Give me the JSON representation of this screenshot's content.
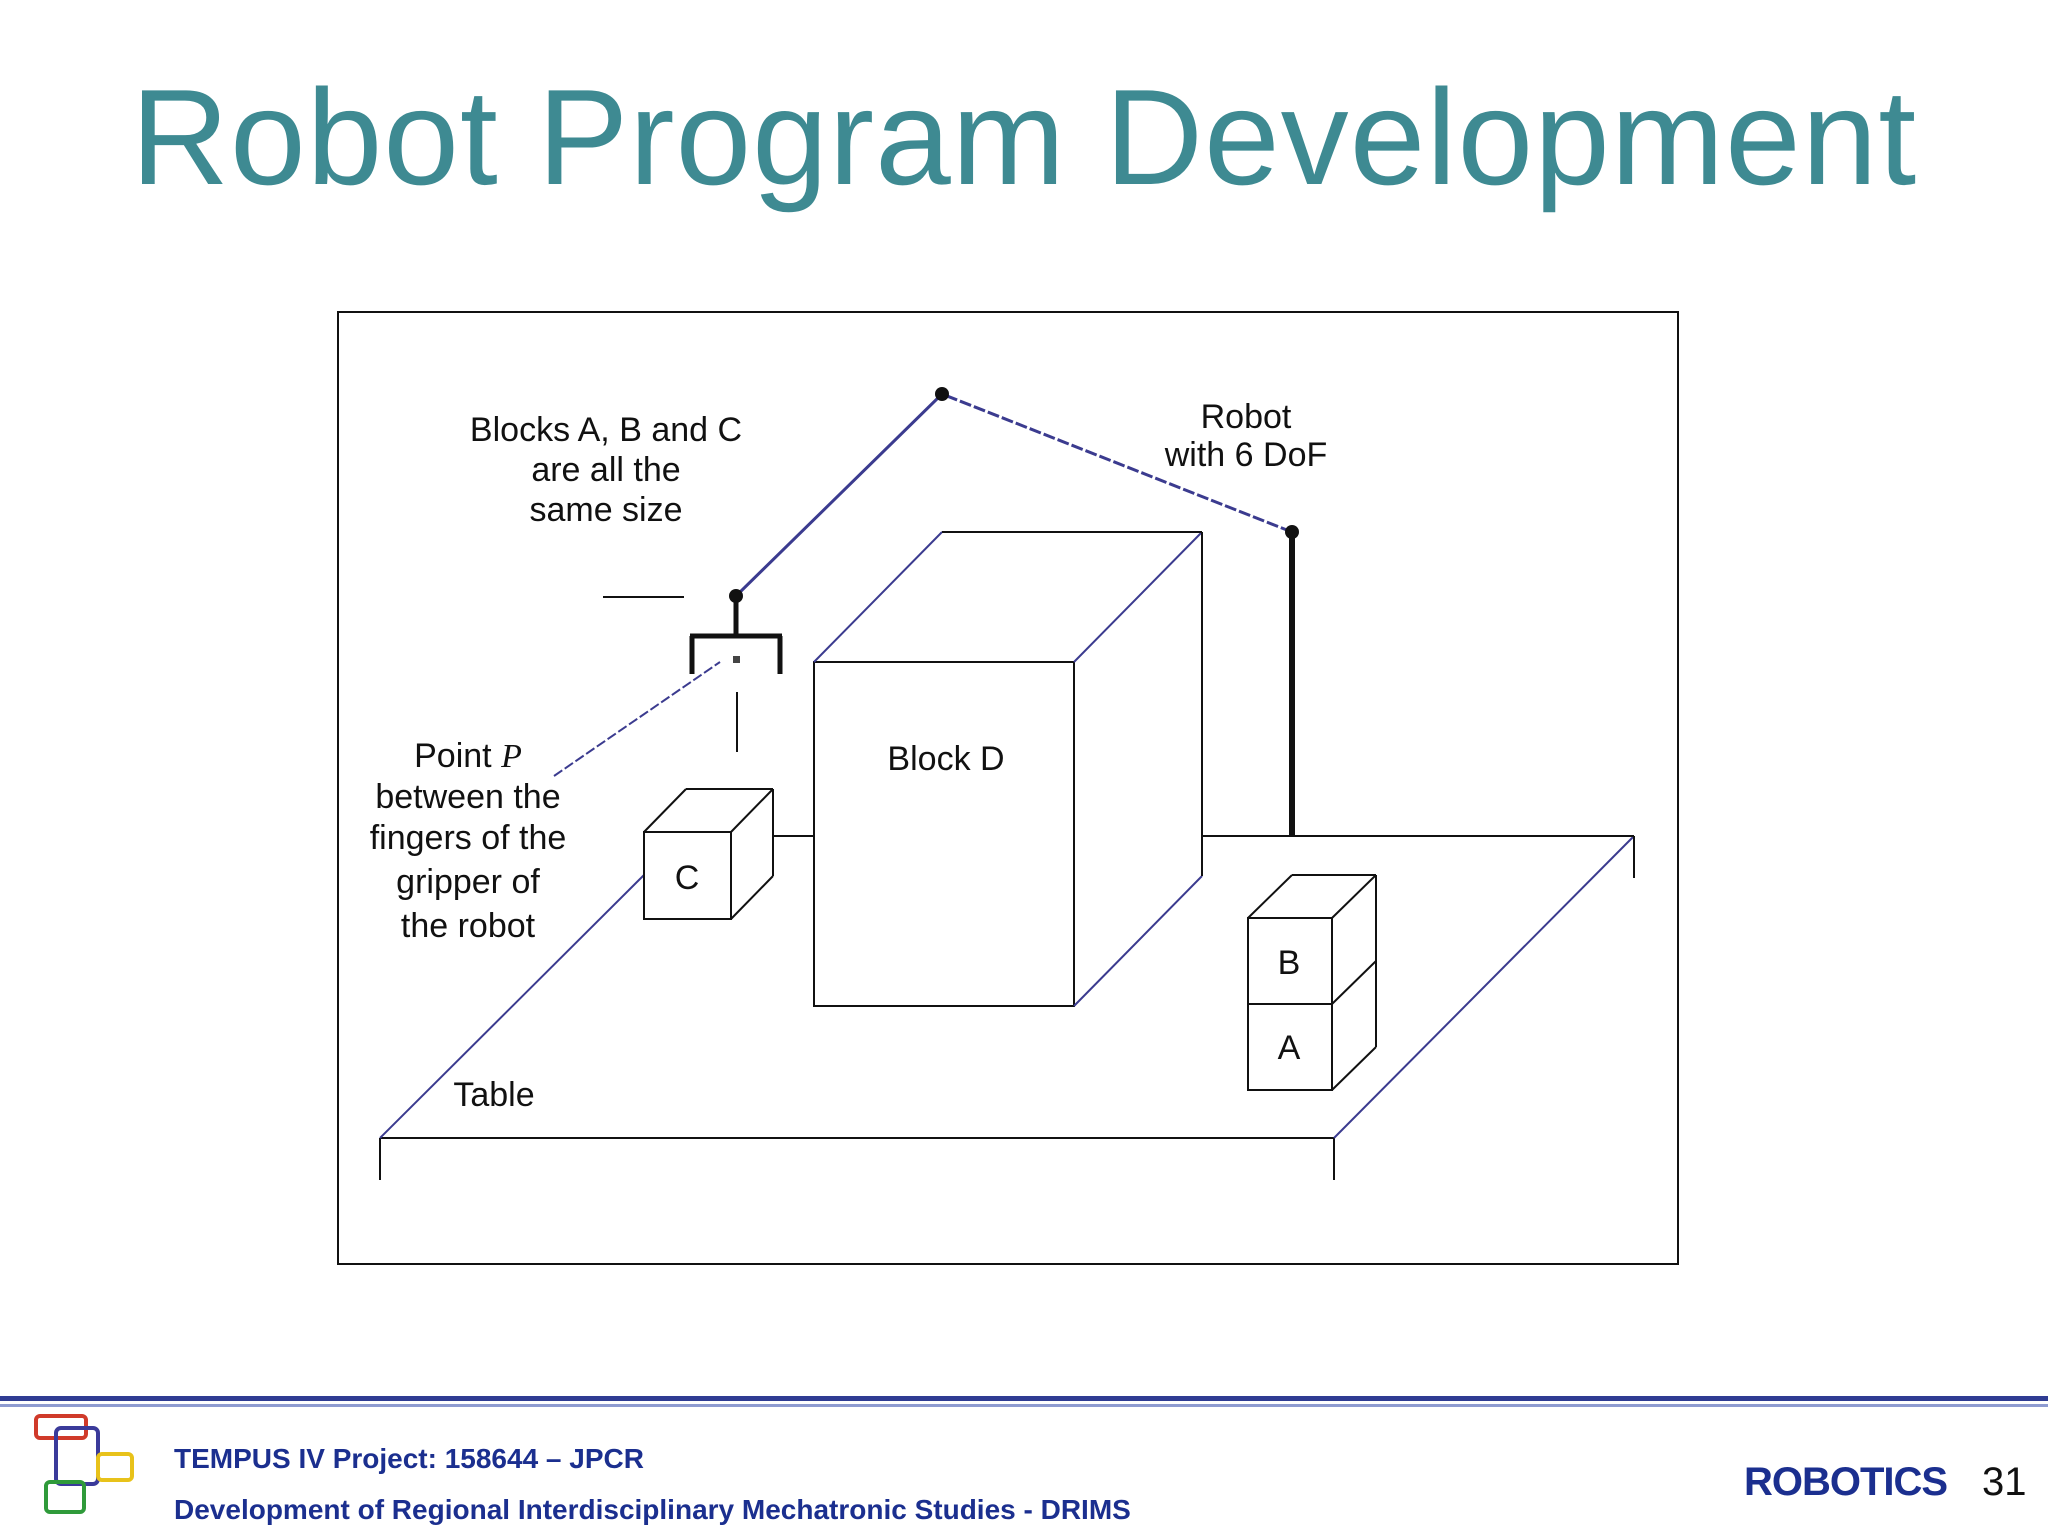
{
  "slide": {
    "title": "Robot Program Development",
    "page_number": "31"
  },
  "figure": {
    "labels": {
      "blocks_note_line1": "Blocks A, B and C",
      "blocks_note_line2": "are all the",
      "blocks_note_line3": "same size",
      "robot_line1": "Robot",
      "robot_line2": "with 6 DoF",
      "point_prefix": "Point",
      "point_symbol": "P",
      "point_line2": "between the",
      "point_line3": "fingers of the",
      "point_line4": "gripper of",
      "point_line5": "the robot",
      "block_d": "Block D",
      "block_c": "C",
      "block_b": "B",
      "block_a": "A",
      "table": "Table"
    },
    "colors": {
      "robot_link": "#3b3b8f",
      "table_edge": "#3b3b8f",
      "outline": "#111111"
    }
  },
  "footer": {
    "project_line": "TEMPUS IV Project: 158644 – JPCR",
    "description_line": "Development of Regional Interdisciplinary Mechatronic Studies - DRIMS",
    "brand": "ROBOTICS",
    "rule_colors": [
      "#2f3c93",
      "#8e9bd1"
    ],
    "logo_colors": [
      "#d03a2a",
      "#3a3a9a",
      "#e8c21a",
      "#2f9a3a"
    ]
  }
}
